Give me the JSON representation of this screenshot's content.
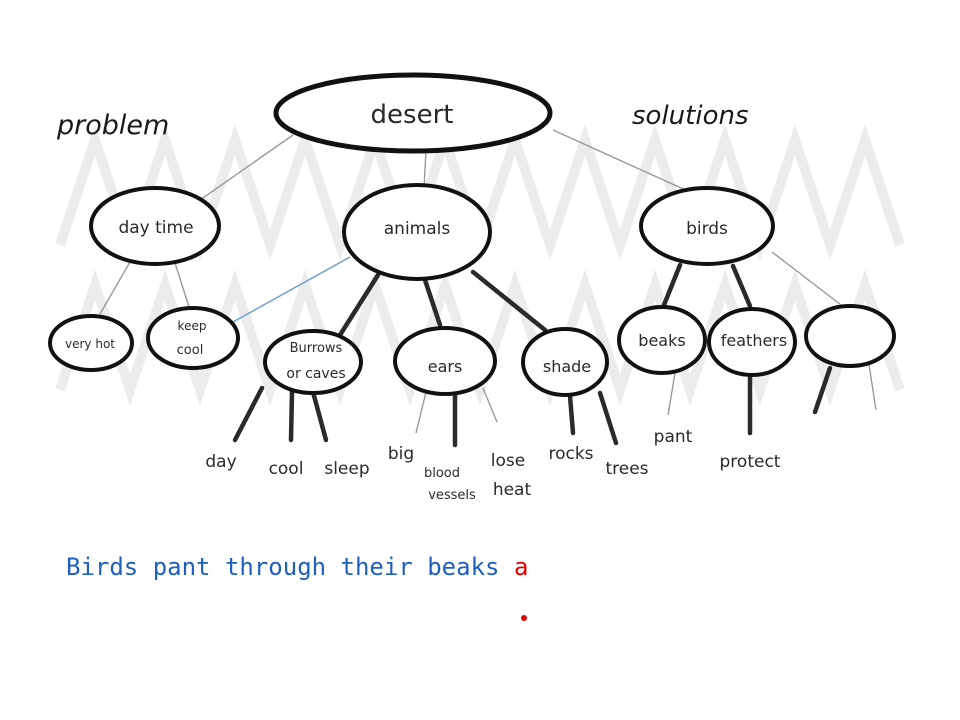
{
  "headings": {
    "problem": "problem",
    "solutions": "solutions"
  },
  "nodes": {
    "desert": "desert",
    "day_time": "day time",
    "animals": "animals",
    "birds": "birds",
    "very_hot": "very hot",
    "keep_cool": [
      "keep",
      "cool"
    ],
    "burrows": [
      "Burrows",
      "or caves"
    ],
    "ears": "ears",
    "shade": "shade",
    "beaks": "beaks",
    "feathers": "feathers",
    "empty_node": ""
  },
  "leaves": {
    "day": "day",
    "cool": "cool",
    "sleep": "sleep",
    "big": "big",
    "blood_vessels": [
      "blood",
      "vessels"
    ],
    "lose_heat": [
      "lose",
      "heat"
    ],
    "rocks": "rocks",
    "trees": "trees",
    "pant": "pant",
    "protect": "protect"
  },
  "sentence": {
    "main": "Birds pant through their beaks ",
    "tail": "a"
  },
  "colors": {
    "sentence": "#1f5fbf",
    "accent": "#e00000",
    "connector_highlight": "#6a9ccf"
  }
}
